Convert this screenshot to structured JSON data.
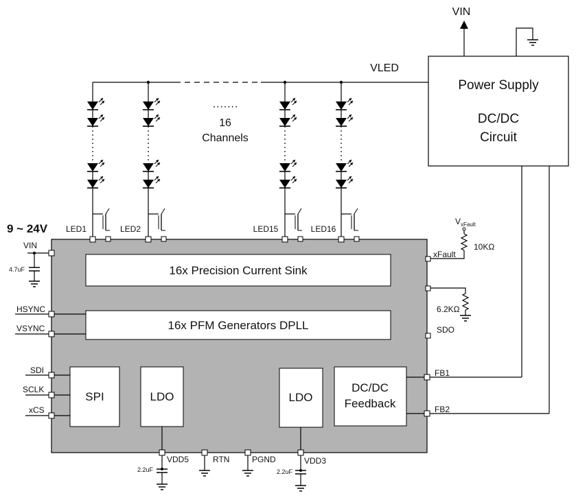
{
  "colors": {
    "chip": "#b3b3b3",
    "block": "#ffffff",
    "wire": "#000000"
  },
  "supply": {
    "vin": "VIN",
    "vled": "VLED",
    "box_line1": "Power Supply",
    "box_line2": "DC/DC",
    "box_line3": "Circuit"
  },
  "channels": {
    "dots": "·······",
    "count": "16",
    "label": "Channels",
    "gap_dashes": "- - - - - -"
  },
  "leds": [
    "LED1",
    "LED2",
    "LED15",
    "LED16"
  ],
  "input_voltage": "9 ~ 24V",
  "left_pins": {
    "vin": "VIN",
    "vin_cap": "4.7uF",
    "hsync": "HSYNC",
    "vsync": "VSYNC",
    "sdi": "SDI",
    "sclk": "SCLK",
    "xcs": "xCS"
  },
  "right_pins": {
    "xfault": "xFault",
    "vxfault": "V",
    "vxfault_sub": "xFault",
    "r1": "10KΩ",
    "r2": "6.2KΩ",
    "sdo": "SDO",
    "fb1": "FB1",
    "fb2": "FB2"
  },
  "blocks": {
    "current_sink": "16x Precision Current Sink",
    "pfm": "16x PFM Generators DPLL",
    "spi": "SPI",
    "ldo_left": "LDO",
    "ldo_right": "LDO",
    "feedback_line1": "DC/DC",
    "feedback_line2": "Feedback"
  },
  "bottom_pins": {
    "vdd5": "VDD5",
    "rtn": "RTN",
    "pgnd": "PGND",
    "vdd3": "VDD3",
    "cap5": "2.2uF",
    "cap3": "2.2uF"
  }
}
